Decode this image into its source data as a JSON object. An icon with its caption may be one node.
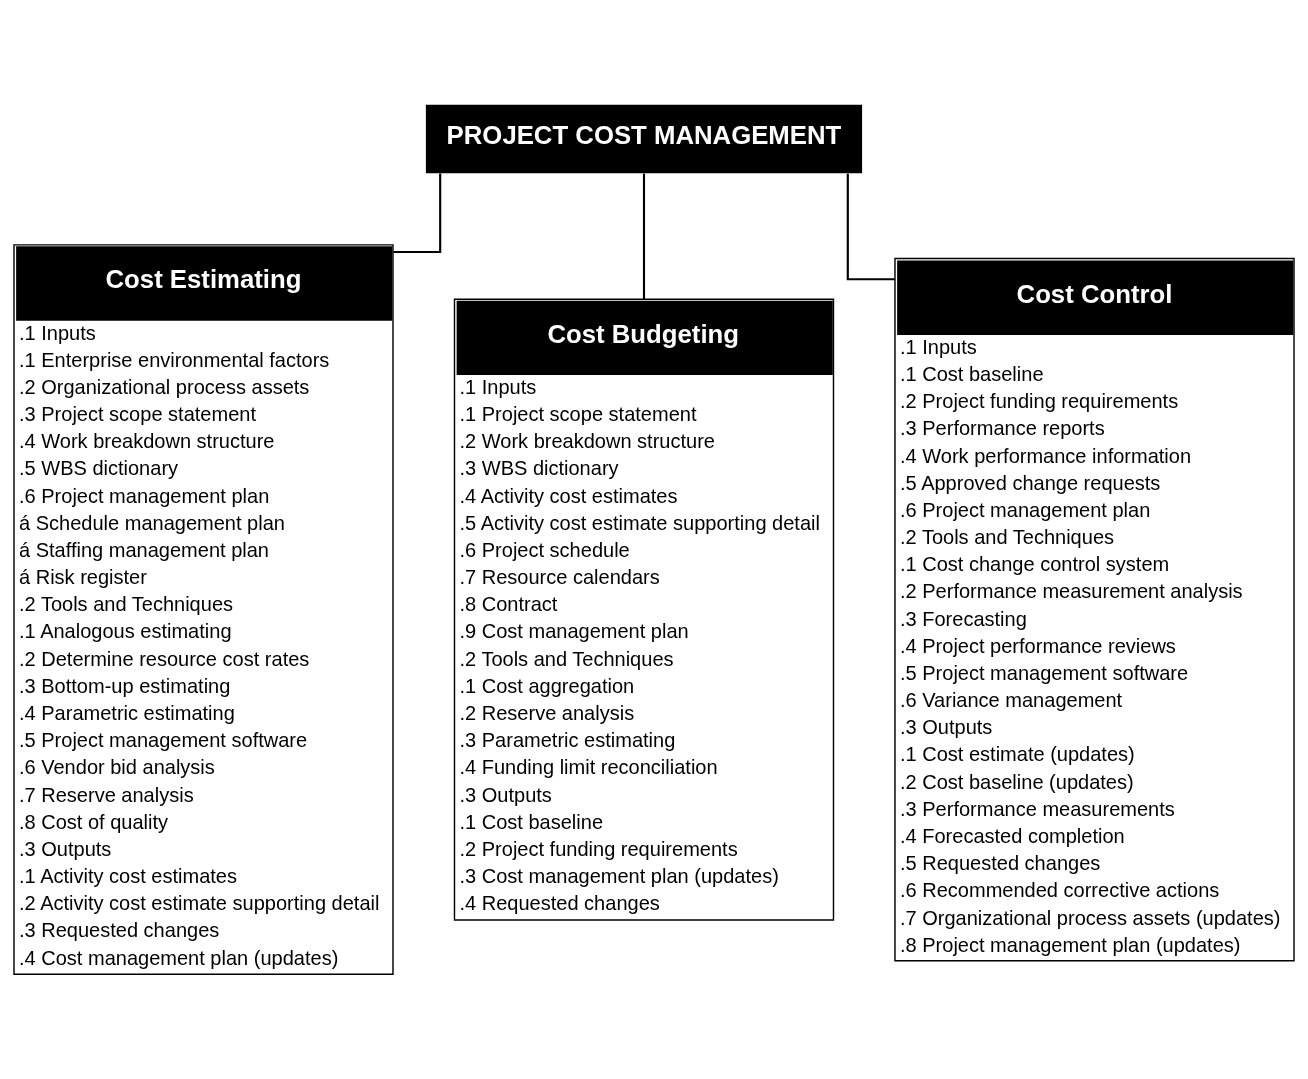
{
  "diagram": {
    "nodes": [
      {
        "text": [
          "PROJECT COST MANAGEMENT"
        ]
      },
      {
        "text": [
          "Cost Estimating",
          ".1 Inputs",
          ".1 Enterprise environmental factors",
          ".2 Organizational process assets",
          ".3 Project scope statement",
          ".4 Work breakdown structure",
          ".5 WBS dictionary",
          ".6 Project management plan",
          "á Schedule management plan",
          "á Staffing management plan",
          "á Risk register",
          ".2 Tools and Techniques",
          ".1 Analogous estimating",
          ".2 Determine resource cost rates",
          ".3 Bottom-up estimating",
          ".4 Parametric estimating",
          ".5 Project management software",
          ".6 Vendor bid analysis",
          ".7 Reserve analysis",
          ".8 Cost of quality",
          ".3 Outputs",
          ".1 Activity cost estimates",
          ".2 Activity cost estimate supporting detail",
          ".3 Requested changes",
          ".4 Cost management plan (updates)"
        ]
      },
      {
        "text": [
          "Cost Budgeting",
          ".1 Inputs",
          ".1 Project scope statement",
          ".2 Work breakdown structure",
          ".3 WBS dictionary",
          ".4 Activity cost estimates",
          ".5 Activity cost estimate supporting detail",
          ".6 Project schedule",
          ".7 Resource calendars",
          ".8 Contract",
          ".9 Cost management plan",
          ".2 Tools and Techniques",
          ".1 Cost aggregation",
          ".2 Reserve analysis",
          ".3 Parametric estimating",
          ".4 Funding limit reconciliation",
          ".3 Outputs",
          ".1 Cost baseline",
          ".2 Project funding requirements",
          ".3 Cost management plan (updates)",
          ".4 Requested changes"
        ]
      },
      {
        "text": [
          "Cost Control",
          ".1 Inputs",
          ".1 Cost baseline",
          ".2 Project funding requirements",
          ".3 Performance reports",
          ".4 Work performance information",
          ".5 Approved change requests",
          ".6 Project management plan",
          ".2 Tools and Techniques",
          ".1 Cost change control system",
          ".2 Performance measurement analysis",
          ".3 Forecasting",
          ".4 Project performance reviews",
          ".5 Project management software",
          ".6 Variance management",
          ".3 Outputs",
          ".1 Cost estimate (updates)",
          ".2 Cost baseline (updates)",
          ".3 Performance measurements",
          ".4 Forecasted completion",
          ".5 Requested changes",
          ".6 Recommended corrective actions",
          ".7 Organizational process assets (updates)",
          ".8 Project management plan (updates)"
        ]
      }
    ],
    "edges": [
      {
        "from": 0,
        "to": 1,
        "arrow": "none"
      },
      {
        "from": 0,
        "to": 2,
        "arrow": "none"
      },
      {
        "from": 0,
        "to": 3,
        "arrow": "none"
      }
    ]
  }
}
